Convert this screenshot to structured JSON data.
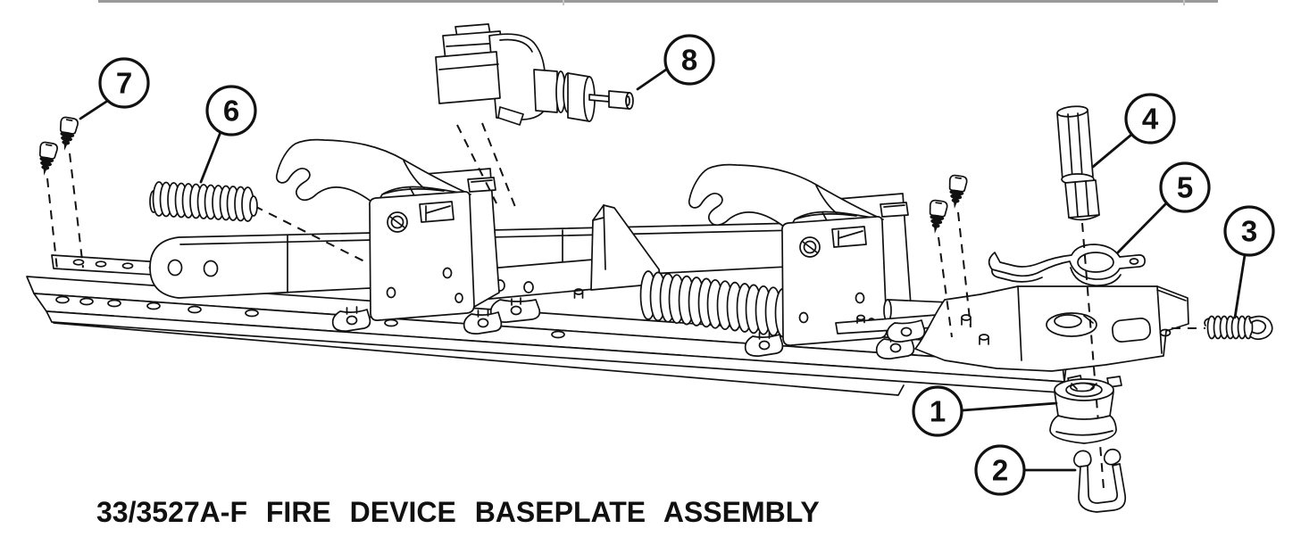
{
  "colors": {
    "background": "#ffffff",
    "line": "#111111",
    "top_rule": "#9a9a9a"
  },
  "title": {
    "text": "33/3527A-F FIRE DEVICE BASEPLATE ASSEMBLY"
  },
  "diagram": {
    "type": "exploded-parts-illustration",
    "callouts": [
      {
        "label": "1"
      },
      {
        "label": "2"
      },
      {
        "label": "3"
      },
      {
        "label": "4"
      },
      {
        "label": "5"
      },
      {
        "label": "6"
      },
      {
        "label": "7"
      },
      {
        "label": "8"
      }
    ]
  }
}
